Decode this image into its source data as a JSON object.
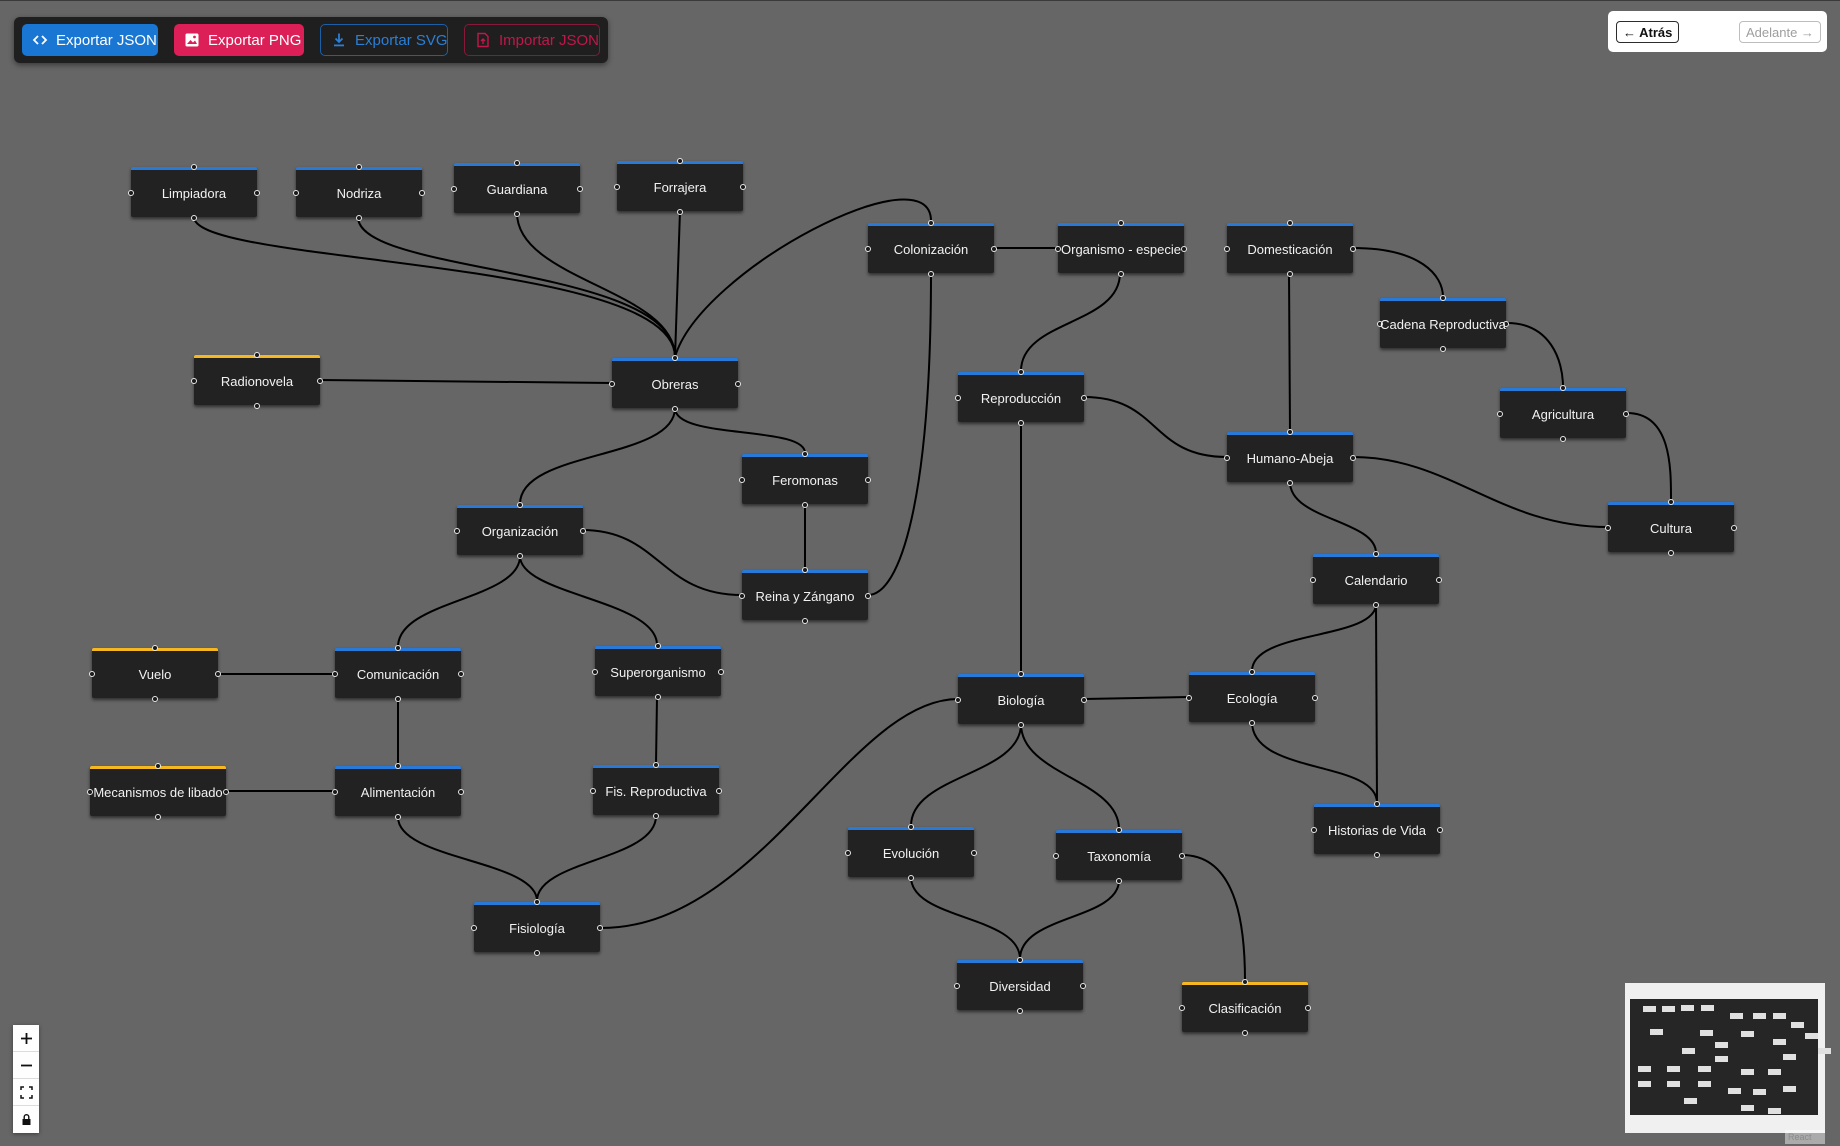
{
  "toolbar": {
    "export_json": "Exportar JSON",
    "export_png": "Exportar PNG",
    "export_svg": "Exportar SVG",
    "import_json": "Importar JSON"
  },
  "history": {
    "back": "← Atrás",
    "forward": "Adelante →"
  },
  "attribution": "React Flow",
  "colors": {
    "canvas": "#666666",
    "node": "#222222",
    "accent_blue": "#2979d8",
    "accent_yellow": "#f5b820",
    "export_json": "#1976d2",
    "export_png": "#dc1f56"
  },
  "nodes": [
    {
      "id": "limpiadora",
      "label": "Limpiadora",
      "accent": "blue"
    },
    {
      "id": "nodriza",
      "label": "Nodriza",
      "accent": "blue"
    },
    {
      "id": "guardiana",
      "label": "Guardiana",
      "accent": "blue"
    },
    {
      "id": "forrajera",
      "label": "Forrajera",
      "accent": "blue"
    },
    {
      "id": "colonizacion",
      "label": "Colonización",
      "accent": "blue"
    },
    {
      "id": "organismo",
      "label": "Organismo - especie",
      "accent": "blue"
    },
    {
      "id": "domesticacion",
      "label": "Domesticación",
      "accent": "blue"
    },
    {
      "id": "cadena",
      "label": "Cadena Reproductiva",
      "accent": "blue"
    },
    {
      "id": "radionovela",
      "label": "Radionovela",
      "accent": "yellow"
    },
    {
      "id": "obreras",
      "label": "Obreras",
      "accent": "blue"
    },
    {
      "id": "reproduccion",
      "label": "Reproducción",
      "accent": "blue"
    },
    {
      "id": "agricultura",
      "label": "Agricultura",
      "accent": "blue"
    },
    {
      "id": "humano",
      "label": "Humano-Abeja",
      "accent": "blue"
    },
    {
      "id": "feromonas",
      "label": "Feromonas",
      "accent": "blue"
    },
    {
      "id": "organizacion",
      "label": "Organización",
      "accent": "blue"
    },
    {
      "id": "cultura",
      "label": "Cultura",
      "accent": "blue"
    },
    {
      "id": "calendario",
      "label": "Calendario",
      "accent": "blue"
    },
    {
      "id": "reina",
      "label": "Reina y Zángano",
      "accent": "blue"
    },
    {
      "id": "vuelo",
      "label": "Vuelo",
      "accent": "yellow"
    },
    {
      "id": "comunicacion",
      "label": "Comunicación",
      "accent": "blue"
    },
    {
      "id": "superorganismo",
      "label": "Superorganismo",
      "accent": "blue"
    },
    {
      "id": "biologia",
      "label": "Biología",
      "accent": "blue"
    },
    {
      "id": "ecologia",
      "label": "Ecología",
      "accent": "blue"
    },
    {
      "id": "mecanismos",
      "label": "Mecanismos de libado",
      "accent": "yellow"
    },
    {
      "id": "alimentacion",
      "label": "Alimentación",
      "accent": "blue"
    },
    {
      "id": "fisrep",
      "label": "Fis. Reproductiva",
      "accent": "blue"
    },
    {
      "id": "historias",
      "label": "Historias de Vida",
      "accent": "blue"
    },
    {
      "id": "evolucion",
      "label": "Evolución",
      "accent": "blue"
    },
    {
      "id": "taxonomia",
      "label": "Taxonomía",
      "accent": "blue"
    },
    {
      "id": "fisiologia",
      "label": "Fisiología",
      "accent": "blue"
    },
    {
      "id": "diversidad",
      "label": "Diversidad",
      "accent": "blue"
    },
    {
      "id": "clasificacion",
      "label": "Clasificación",
      "accent": "yellow"
    }
  ],
  "edges": [
    {
      "source": "limpiadora",
      "target": "obreras"
    },
    {
      "source": "nodriza",
      "target": "obreras"
    },
    {
      "source": "guardiana",
      "target": "obreras"
    },
    {
      "source": "forrajera",
      "target": "obreras"
    },
    {
      "source": "colonizacion",
      "target": "obreras"
    },
    {
      "source": "radionovela",
      "target": "obreras"
    },
    {
      "source": "obreras",
      "target": "organizacion"
    },
    {
      "source": "obreras",
      "target": "feromonas"
    },
    {
      "source": "feromonas",
      "target": "reina"
    },
    {
      "source": "organizacion",
      "target": "reina"
    },
    {
      "source": "colonizacion",
      "target": "reina"
    },
    {
      "source": "colonizacion",
      "target": "organismo"
    },
    {
      "source": "organismo",
      "target": "reproduccion"
    },
    {
      "source": "reproduccion",
      "target": "humano"
    },
    {
      "source": "reproduccion",
      "target": "biologia"
    },
    {
      "source": "domesticacion",
      "target": "cadena"
    },
    {
      "source": "domesticacion",
      "target": "humano"
    },
    {
      "source": "cadena",
      "target": "agricultura"
    },
    {
      "source": "agricultura",
      "target": "cultura"
    },
    {
      "source": "humano",
      "target": "cultura"
    },
    {
      "source": "humano",
      "target": "calendario"
    },
    {
      "source": "calendario",
      "target": "ecologia"
    },
    {
      "source": "calendario",
      "target": "historias"
    },
    {
      "source": "ecologia",
      "target": "historias"
    },
    {
      "source": "biologia",
      "target": "ecologia"
    },
    {
      "source": "biologia",
      "target": "evolucion"
    },
    {
      "source": "biologia",
      "target": "taxonomia"
    },
    {
      "source": "biologia",
      "target": "fisiologia"
    },
    {
      "source": "evolucion",
      "target": "diversidad"
    },
    {
      "source": "taxonomia",
      "target": "diversidad"
    },
    {
      "source": "taxonomia",
      "target": "clasificacion"
    },
    {
      "source": "organizacion",
      "target": "comunicacion"
    },
    {
      "source": "organizacion",
      "target": "superorganismo"
    },
    {
      "source": "vuelo",
      "target": "comunicacion"
    },
    {
      "source": "comunicacion",
      "target": "alimentacion"
    },
    {
      "source": "mecanismos",
      "target": "alimentacion"
    },
    {
      "source": "superorganismo",
      "target": "fisrep"
    },
    {
      "source": "alimentacion",
      "target": "fisiologia"
    },
    {
      "source": "fisrep",
      "target": "fisiologia"
    }
  ]
}
